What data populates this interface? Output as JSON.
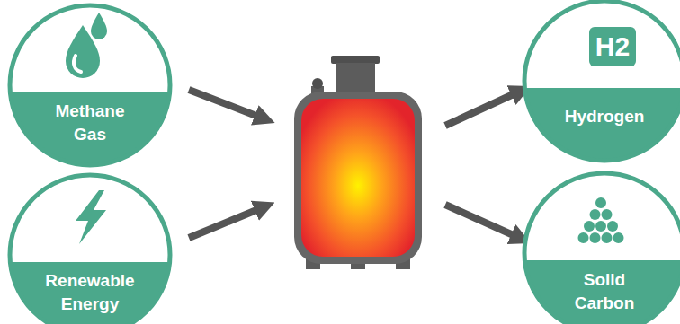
{
  "diagram": {
    "nodes": [
      {
        "text": [
          "Methane Gas"
        ]
      },
      {
        "text": [
          "Hydrogen"
        ]
      },
      {
        "text": [
          "H2"
        ],
        "in": 1
      },
      {
        "text": [
          "Renewable Energy"
        ]
      },
      {
        "text": [
          "Solid Carbon"
        ]
      }
    ]
  }
}
